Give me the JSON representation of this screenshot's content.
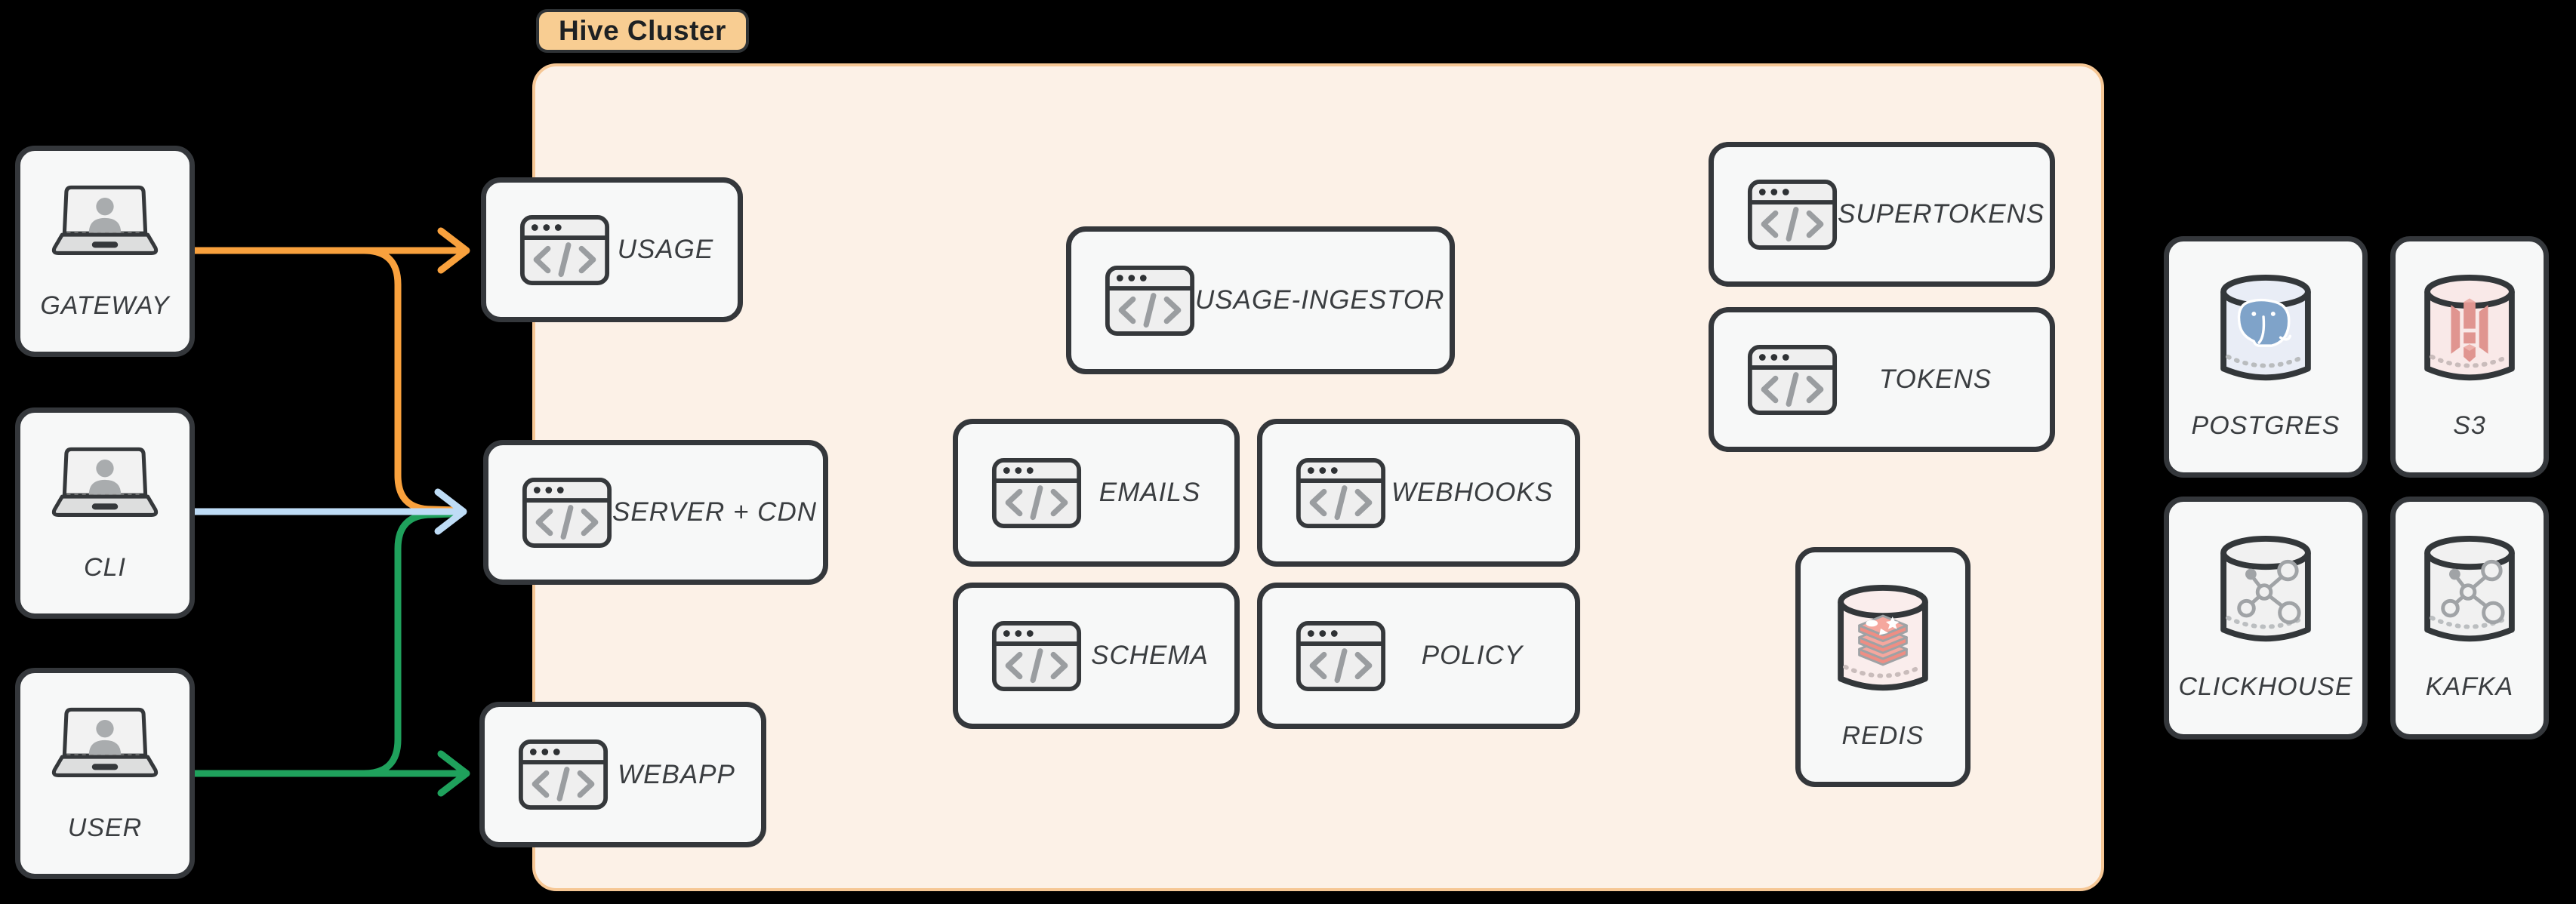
{
  "cluster": {
    "label": "Hive Cluster"
  },
  "clients": [
    {
      "id": "gateway",
      "label": "GATEWAY"
    },
    {
      "id": "cli",
      "label": "CLI"
    },
    {
      "id": "user",
      "label": "USER"
    }
  ],
  "services": {
    "usage": {
      "label": "USAGE"
    },
    "server_cdn": {
      "label": "SERVER + CDN"
    },
    "webapp": {
      "label": "WEBAPP"
    },
    "usage_ingestor": {
      "label": "USAGE-INGESTOR"
    },
    "emails": {
      "label": "EMAILS"
    },
    "webhooks": {
      "label": "WEBHOOKS"
    },
    "schema": {
      "label": "SCHEMA"
    },
    "policy": {
      "label": "POLICY"
    },
    "supertokens": {
      "label": "SUPERTOKENS"
    },
    "tokens": {
      "label": "TOKENS"
    }
  },
  "datastores": {
    "redis": {
      "label": "REDIS"
    },
    "postgres": {
      "label": "POSTGRES"
    },
    "s3": {
      "label": "S3"
    },
    "clickhouse": {
      "label": "CLICKHOUSE"
    },
    "kafka": {
      "label": "KAFKA"
    }
  },
  "edges": [
    {
      "from": "gateway",
      "to": "usage",
      "color": "#F9A13D"
    },
    {
      "from": "gateway",
      "to": "server_cdn",
      "color": "#F9A13D"
    },
    {
      "from": "cli",
      "to": "server_cdn",
      "color": "#BEDCF6"
    },
    {
      "from": "user",
      "to": "server_cdn",
      "color": "#1FA15C"
    },
    {
      "from": "user",
      "to": "webapp",
      "color": "#1FA15C"
    }
  ],
  "colors": {
    "background": "#000000",
    "cluster_fill": "#FCF1E7",
    "cluster_border": "#F6C795",
    "badge_fill": "#F8CD92",
    "node_fill": "#F7F8F8",
    "node_border": "#34373B",
    "label_text": "#3A3D40",
    "icon_glyph_gray": "#9A9DA0",
    "postgres_blue": "#7FA3C9",
    "s3_red": "#E09590",
    "redis_red": "#F2998F"
  }
}
